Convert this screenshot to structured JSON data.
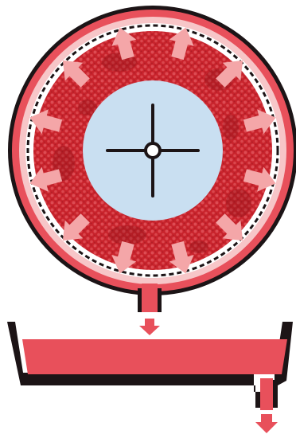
{
  "diagram": {
    "colors": {
      "outline": "#1c1416",
      "shell": "#e8505b",
      "blood_bed": "#c8232c",
      "blood_speckle": "#e2555c",
      "blood_dark": "#8e1419",
      "membrane": "#ffffff",
      "membrane_dash": "#1c1416",
      "core": "#c9dff1",
      "arrow": "#f4a6a8",
      "trough": "#e8505b",
      "background": "#ffffff"
    },
    "radial_arrow_count": 12,
    "flow_arrows": [
      "outlet-arrow",
      "drain-arrow"
    ]
  }
}
